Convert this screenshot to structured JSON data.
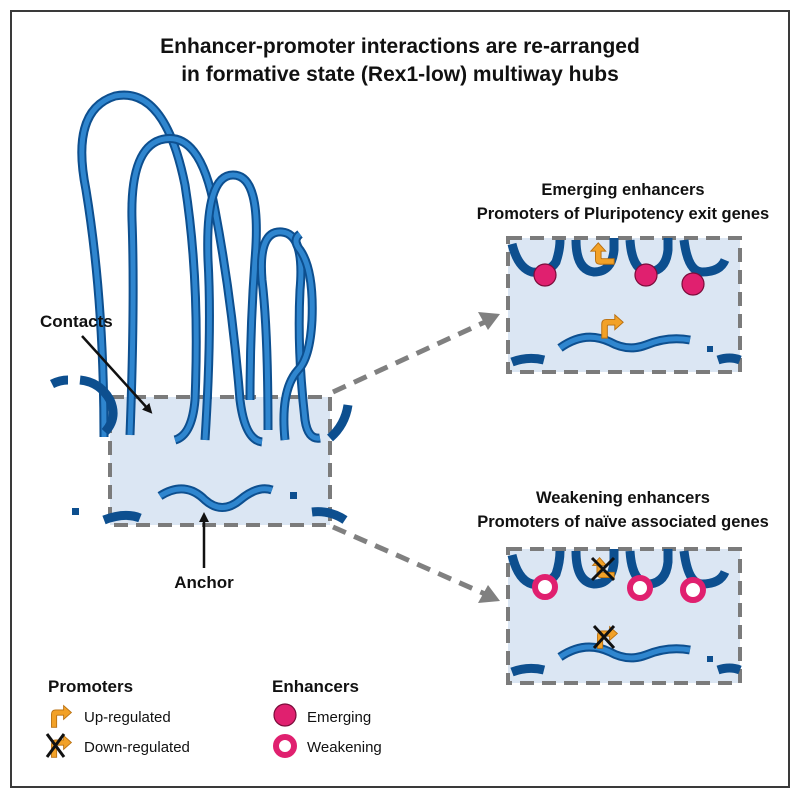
{
  "title": {
    "line1": "Enhancer-promoter interactions are re-arranged",
    "line2": "in formative state (Rex1-low) multiway hubs"
  },
  "labels": {
    "contacts": "Contacts",
    "anchor": "Anchor"
  },
  "top_panel": {
    "heading1": "Emerging enhancers",
    "heading2": "Promoters of Pluripotency exit genes"
  },
  "bottom_panel": {
    "heading1": "Weakening enhancers",
    "heading2": "Promoters of naïve associated genes"
  },
  "legend": {
    "promoters": {
      "title": "Promoters",
      "up": "Up-regulated",
      "down": "Down-regulated"
    },
    "enhancers": {
      "title": "Enhancers",
      "emerging": "Emerging",
      "weakening": "Weakening"
    }
  },
  "colors": {
    "dna_dark": "#0d4f8f",
    "dna_light": "#2f86cf",
    "box_fill": "#dbe6f3",
    "box_border": "#7b7b7b",
    "enhancer": "#e0206f",
    "promoter_arrow": "#f2a127"
  }
}
